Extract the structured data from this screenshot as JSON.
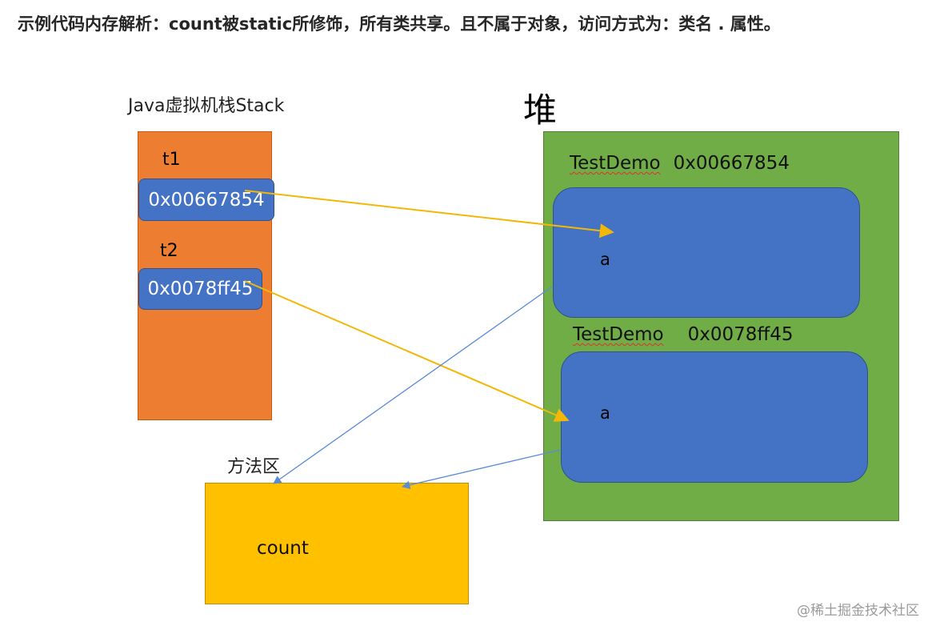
{
  "heading": "示例代码内存解析：count被static所修饰，所有类共享。且不属于对象，访问方式为：类名 . 属性。",
  "stack": {
    "title": "Java虚拟机栈Stack",
    "vars": [
      {
        "name": "t1",
        "ref": "0x00667854"
      },
      {
        "name": "t2",
        "ref": "0x0078ff45"
      }
    ]
  },
  "heap": {
    "title": "堆",
    "objects": [
      {
        "class_name": "TestDemo",
        "address": "0x00667854",
        "field": "a"
      },
      {
        "class_name": "TestDemo",
        "address": "0x0078ff45",
        "field": "a"
      }
    ]
  },
  "method_area": {
    "title": "方法区",
    "static_field": "count"
  },
  "watermark": "@稀土掘金技术社区",
  "colors": {
    "stack_fill": "#ed7d31",
    "heap_fill": "#70ad47",
    "object_fill": "#4472c4",
    "method_area_fill": "#ffc000",
    "reference_arrow": "#f2b707",
    "static_arrow": "#5b8bd6"
  }
}
